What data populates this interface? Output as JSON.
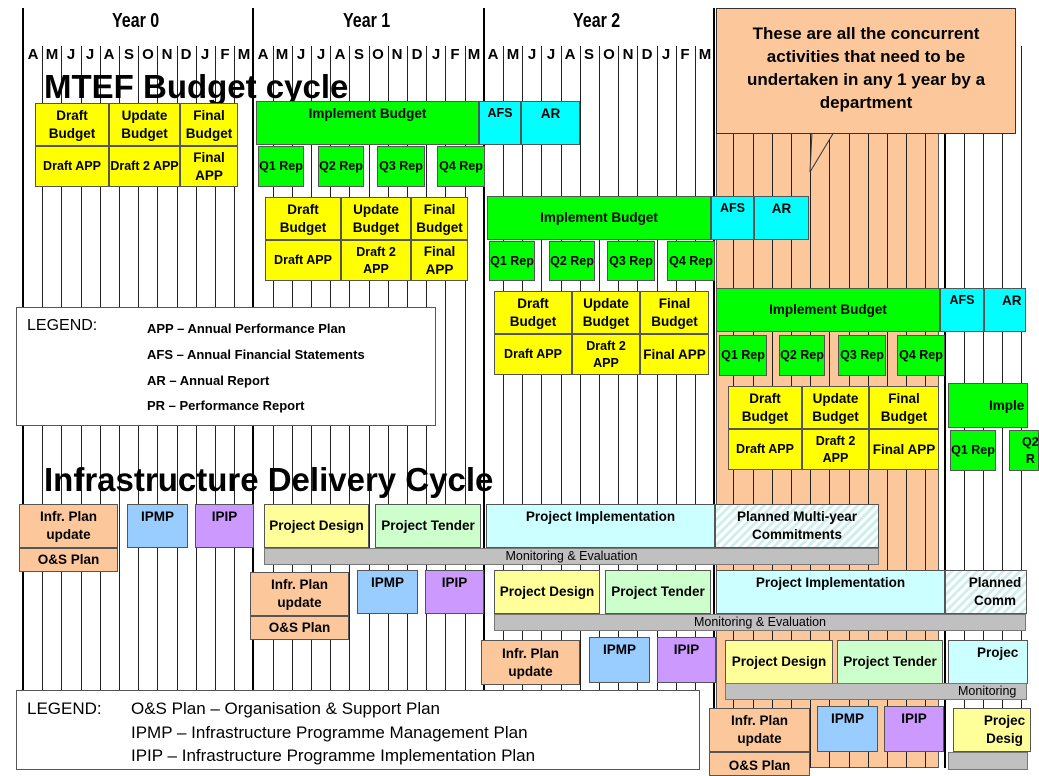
{
  "timeline": {
    "years": [
      "Year 0",
      "Year 1",
      "Year 2"
    ],
    "months": [
      "A",
      "M",
      "J",
      "J",
      "A",
      "S",
      "O",
      "N",
      "D",
      "J",
      "F",
      "M"
    ]
  },
  "budget_section": {
    "title": "MTEF Budget cycle",
    "planning_top": [
      "Draft Budget",
      "Update Budget",
      "Final Budget"
    ],
    "planning_bottom": [
      "Draft APP",
      "Draft 2 APP",
      "Final APP"
    ],
    "implement": "Implement Budget",
    "afs": "AFS",
    "ar": "AR",
    "quarterly": [
      "Q1 Rep",
      "Q2 Rep",
      "Q3 Rep",
      "Q4 Rep"
    ],
    "impl_truncated": "Imple",
    "q_truncated": [
      "Q1 Rep",
      "Q2 R"
    ]
  },
  "legend_budget": {
    "title": "LEGEND:",
    "items": [
      "APP – Annual Performance Plan",
      "AFS – Annual Financial Statements",
      "AR – Annual Report",
      "PR – Performance Report"
    ]
  },
  "callout": {
    "text": "These are all the concurrent activities that need to be undertaken in any 1 year by a department"
  },
  "infra_section": {
    "title": "Infrastructure Delivery Cycle",
    "infra_plan": "Infr. Plan update",
    "os_plan": "O&S Plan",
    "ipmp": "IPMP",
    "ipip": "IPIP",
    "project_design": "Project Design",
    "project_tender": "Project Tender",
    "project_implementation": "Project Implementation",
    "planned_multi_year": "Planned Multi-year Commitments",
    "monitoring": "Monitoring & Evaluation",
    "trunc": {
      "planned": "Planned Comm",
      "proj_impl": "Projec",
      "proj_design": "Projec Desig",
      "monitoring": "Monitoring"
    }
  },
  "legend_infra": {
    "title": "LEGEND:",
    "items": [
      "O&S Plan – Organisation & Support Plan",
      "IPMP – Infrastructure Programme Management Plan",
      "IPIP – Infrastructure Programme Implementation Plan"
    ]
  },
  "colors": {
    "planning": "#ffff00",
    "implement": "#00ff00",
    "afs_ar": "#00ffff",
    "infra_plan": "#fcc89b",
    "ipmp": "#99ccff",
    "ipip": "#cc99ff",
    "tender": "#ccffcc",
    "implementation": "#ccffff",
    "monitoring": "#c0c0c0"
  }
}
